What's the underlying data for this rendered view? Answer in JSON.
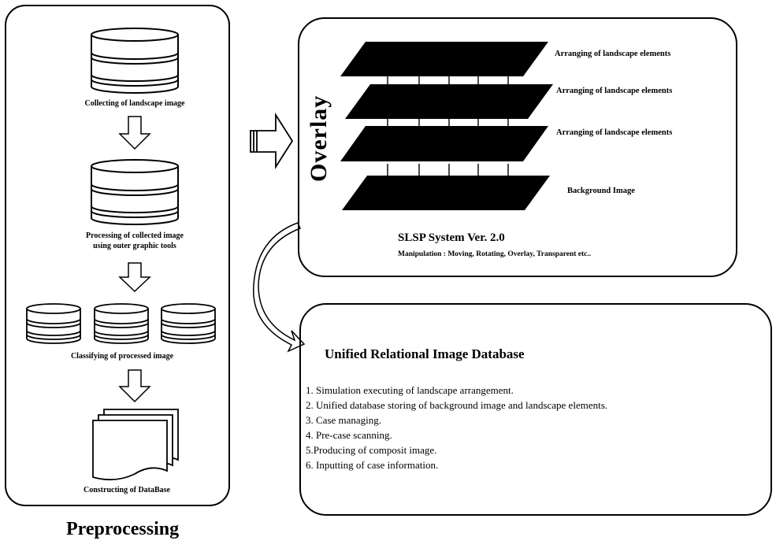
{
  "preprocessing": {
    "title": "Preprocessing",
    "steps": [
      {
        "label": "Collecting of landscape image",
        "icon": "database-icon"
      },
      {
        "label_line1": "Processing of collected image",
        "label_line2": "using outer graphic tools",
        "icon": "database-icon"
      },
      {
        "label": "Classifying of processed image",
        "icon": "database-group-icon"
      },
      {
        "label": "Constructing of DataBase",
        "icon": "document-stack-icon"
      }
    ]
  },
  "overlay": {
    "vertical_label": "Overlay",
    "layers": [
      "Arranging of landscape elements",
      "Arranging of landscape elements",
      "Arranging of landscape elements",
      "Background Image"
    ],
    "system_title": "SLSP System Ver. 2.0",
    "system_subtitle": "Manipulation : Moving, Rotating, Overlay, Transparent etc.."
  },
  "database": {
    "title": "Unified Relational Image Database",
    "items": [
      "1. Simulation executing of landscape arrangement.",
      "2. Unified database storing of background image and landscape elements.",
      "3. Case managing.",
      "4. Pre-case scanning.",
      "5.Producing of composit image.",
      "6. Inputting of case information."
    ]
  }
}
